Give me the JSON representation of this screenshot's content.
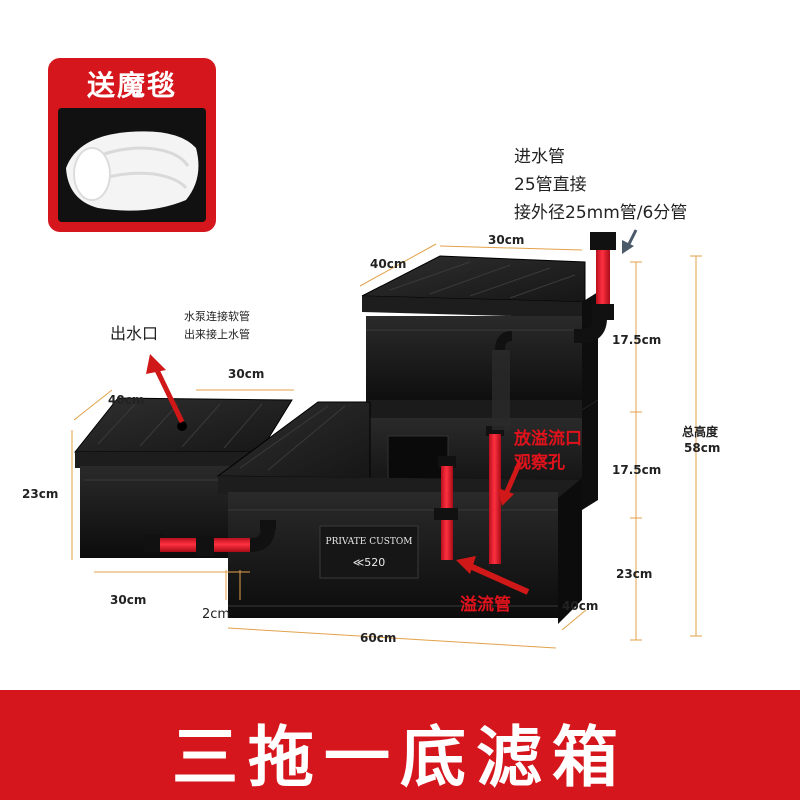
{
  "badge": {
    "label": "送魔毯"
  },
  "annotations": {
    "inlet_title": "进水管",
    "inlet_line1": "25管直接",
    "inlet_line2": "接外径25mm管/6分管",
    "outlet": "出水口",
    "pump_line1": "水泵连接软管",
    "pump_line2": "出来接上水管",
    "overflow_port_line1": "放溢流口",
    "overflow_port_line2": "观察孔",
    "overflow_pipe": "溢流管",
    "total_height_label": "总高度",
    "total_height_value": "58cm"
  },
  "dimensions": {
    "top_width": "30cm",
    "top_depth": "40cm",
    "left_depth": "40cm",
    "left_width": "30cm",
    "left_height": "23cm",
    "left_bottom_width": "30cm",
    "gap": "2cm",
    "bottom_length": "60cm",
    "bottom_depth": "40cm",
    "tier_top": "17.5cm",
    "tier_mid": "17.5cm",
    "tier_bottom": "23cm"
  },
  "box_label": {
    "line1": "PRIVATE CUSTOM",
    "line2": "≪520"
  },
  "banner": {
    "title": "三拖一底滤箱"
  },
  "colors": {
    "accent_red": "#d5161d",
    "pipe_red": "#e8182a",
    "box_black": "#141414"
  }
}
